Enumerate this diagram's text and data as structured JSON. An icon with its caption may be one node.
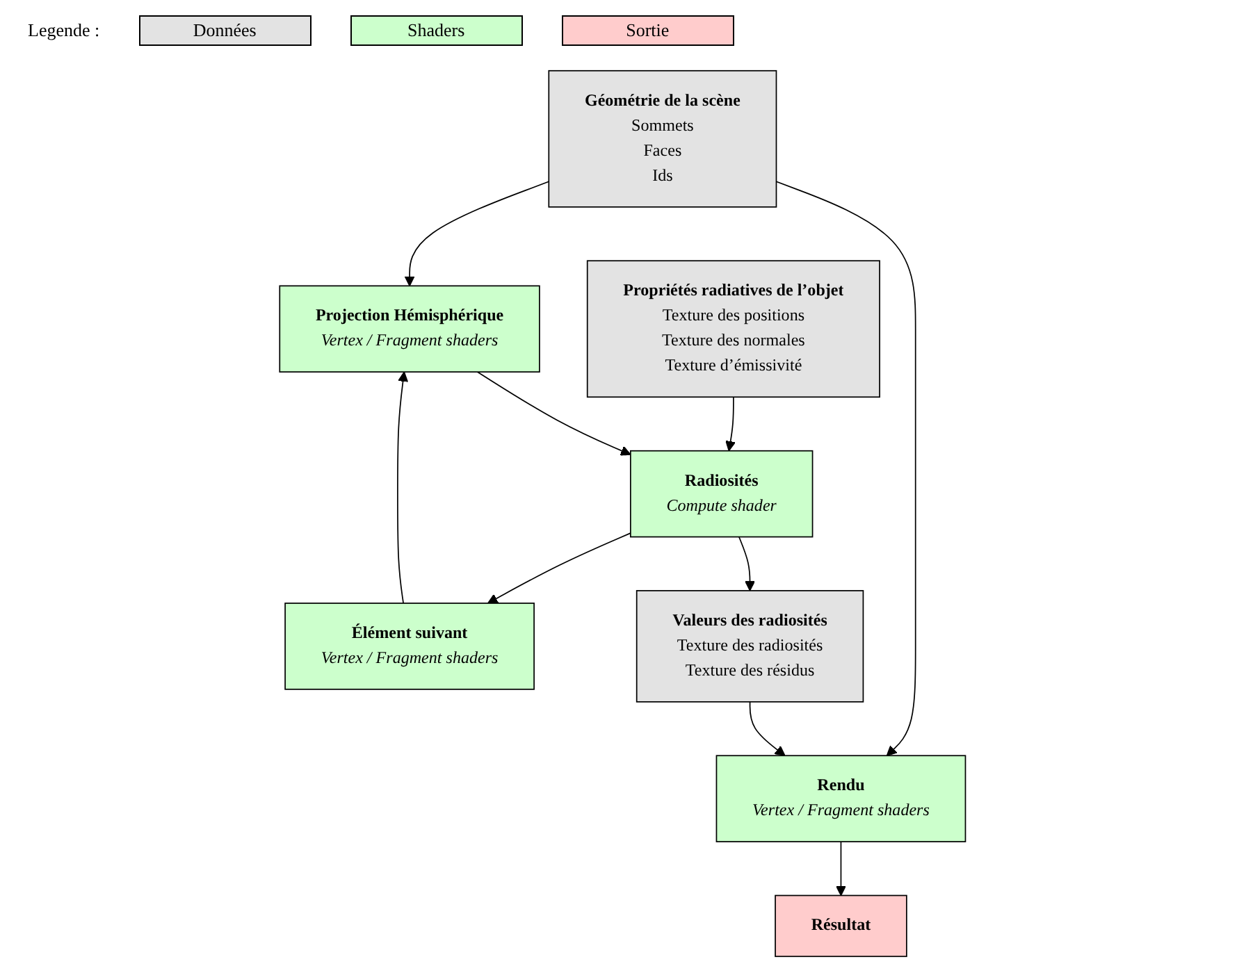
{
  "diagram": {
    "nodes": [
      {
        "text": [
          "Géométrie de la scène",
          "Sommets",
          "Faces",
          "Ids"
        ]
      },
      {
        "text": [
          "Propriétés radiatives de l’objet",
          "Texture des positions",
          "Texture des normales",
          "Texture d’émissivité"
        ]
      },
      {
        "text": [
          "Projection Hémisphérique",
          "Vertex / Fragment shaders"
        ]
      },
      {
        "text": [
          "Radiosités",
          "Compute shader"
        ]
      },
      {
        "text": [
          "Élément suivant",
          "Vertex / Fragment shaders"
        ]
      },
      {
        "text": [
          "Valeurs des radiosités",
          "Texture des radiosités",
          "Texture des résidus"
        ]
      },
      {
        "text": [
          "Rendu",
          "Vertex / Fragment shaders"
        ]
      },
      {
        "text": [
          "Résultat"
        ]
      }
    ],
    "edges": [
      {
        "from": 0,
        "to": 2,
        "arrow": "to"
      },
      {
        "from": 1,
        "to": 3,
        "arrow": "to"
      },
      {
        "from": 2,
        "to": 3,
        "arrow": "to"
      },
      {
        "from": 3,
        "to": 4,
        "arrow": "to"
      },
      {
        "from": 4,
        "to": 2,
        "arrow": "to"
      },
      {
        "from": 3,
        "to": 5,
        "arrow": "to"
      },
      {
        "from": 0,
        "to": 6,
        "arrow": "to"
      },
      {
        "from": 5,
        "to": 6,
        "arrow": "to"
      },
      {
        "from": 6,
        "to": 7,
        "arrow": "to"
      }
    ],
    "labels": [
      "Legende :"
    ],
    "legend": [
      {
        "text": "Données",
        "color": "#e3e3e3"
      },
      {
        "text": "Shaders",
        "color": "#ccffcc"
      },
      {
        "text": "Sortie",
        "color": "#ffcccc"
      }
    ]
  }
}
